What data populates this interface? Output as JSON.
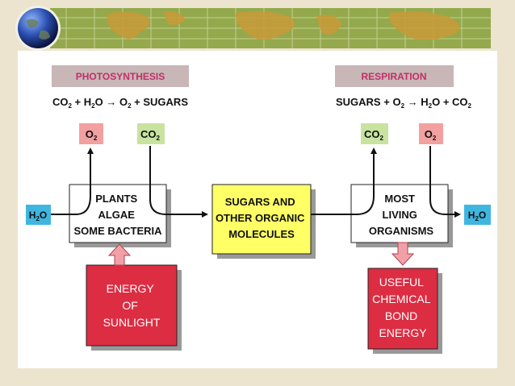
{
  "photosynthesis": {
    "title": "PHOTOSYNTHESIS",
    "equation": {
      "co2": "CO",
      "co2_sub": "2",
      "plus1": " + ",
      "h2o": "H",
      "h2o_sub": "2",
      "h2o_o": "O",
      "o2": "O",
      "o2_sub": "2",
      "plus2": " + ",
      "sugars": "SUGARS"
    },
    "output_label": {
      "text": "O",
      "sub": "2"
    },
    "input_label": {
      "text": "CO",
      "sub": "2"
    }
  },
  "respiration": {
    "title": "RESPIRATION",
    "equation": {
      "sugars": "SUGARS",
      "plus1": " + ",
      "o2": "O",
      "o2_sub": "2",
      "h2o": "H",
      "h2o_sub": "2",
      "h2o_o": "O",
      "plus2": " + ",
      "co2": "CO",
      "co2_sub": "2"
    },
    "output_label": {
      "text": "CO",
      "sub": "2"
    },
    "input_label": {
      "text": "O",
      "sub": "2"
    }
  },
  "water_in": {
    "text": "H",
    "sub": "2",
    "tail": "O"
  },
  "water_out": {
    "text": "H",
    "sub": "2",
    "tail": "O"
  },
  "producers": {
    "lines": [
      "PLANTS",
      "ALGAE",
      "SOME BACTERIA"
    ]
  },
  "sugars_box": {
    "lines": [
      "SUGARS AND",
      "OTHER ORGANIC",
      "MOLECULES"
    ]
  },
  "consumers": {
    "lines": [
      "MOST",
      "LIVING",
      "ORGANISMS"
    ]
  },
  "sunlight": {
    "lines": [
      "ENERGY",
      "OF",
      "SUNLIGHT"
    ]
  },
  "useful_energy": {
    "lines": [
      "USEFUL",
      "CHEMICAL",
      "BOND",
      "ENERGY"
    ]
  },
  "colors": {
    "header_bg": "#c9b6b6",
    "header_text": "#c0306a",
    "o2_box": "#f2a0a0",
    "co2_box": "#c8e3a0",
    "h2o_box": "#3fb6e0",
    "sugars_fill": "#ffff66",
    "energy_fill": "#dc2d43",
    "band": "#8fa64a"
  }
}
